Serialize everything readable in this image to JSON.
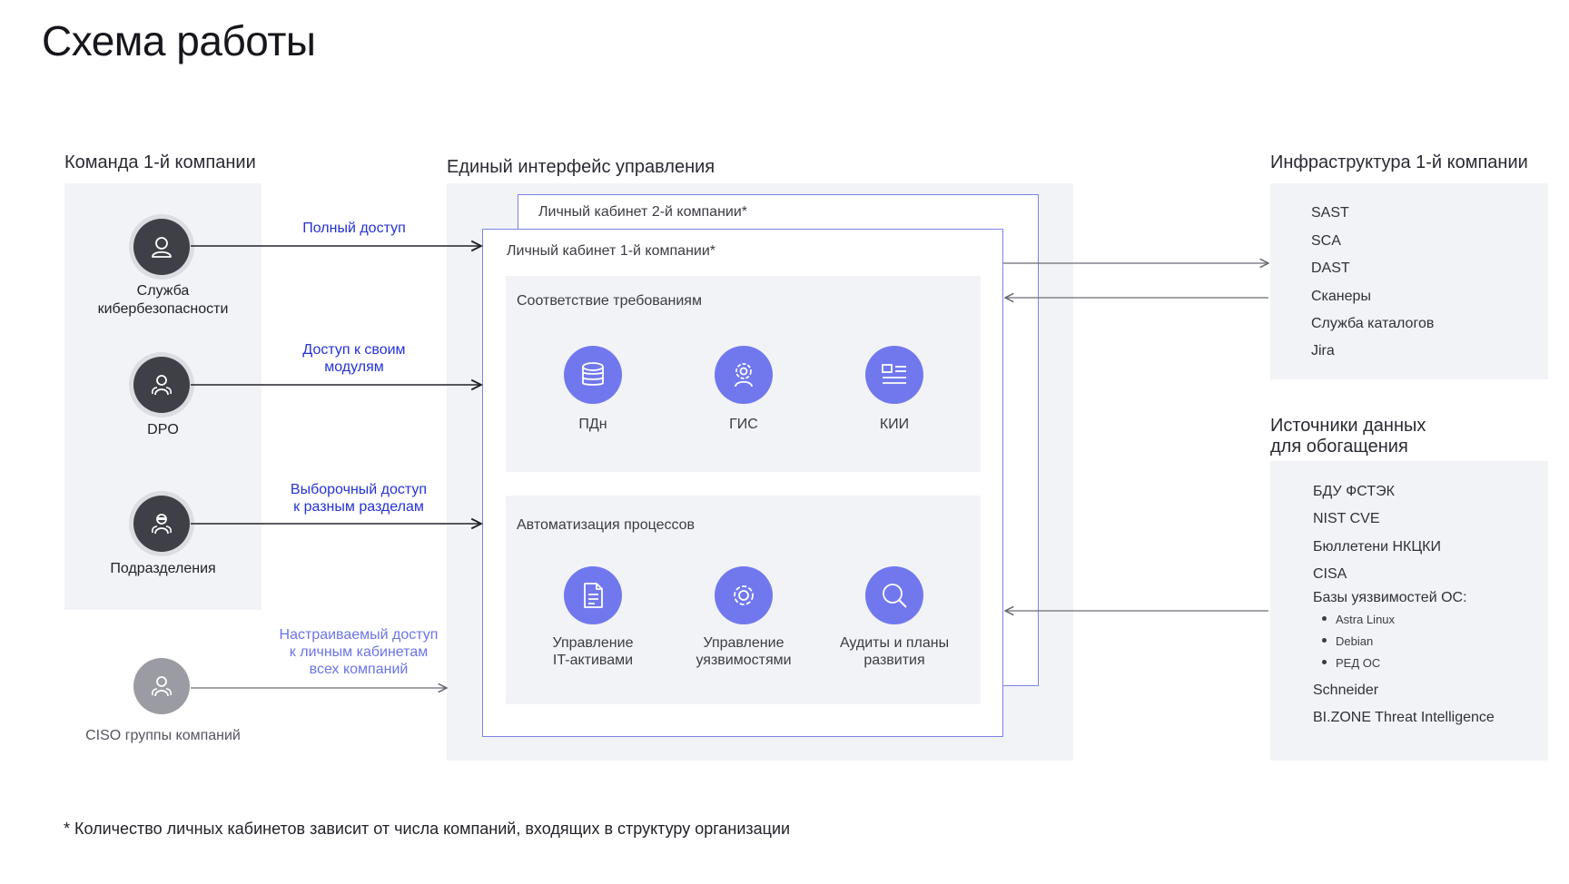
{
  "page": {
    "title": "Схема работы"
  },
  "team": {
    "title": "Команда 1-й компании",
    "roles": [
      {
        "label": "Служба\nкибербезопасности",
        "icon": "user-icon"
      },
      {
        "label": "DPO",
        "icon": "users-icon"
      },
      {
        "label": "Подразделения",
        "icon": "users-masked-icon"
      }
    ],
    "ciso": {
      "label": "CISO группы компаний",
      "icon": "users-icon"
    }
  },
  "access": {
    "full": "Полный доступ",
    "own": "Доступ к своим\nмодулям",
    "selective": "Выборочный доступ\nк разным разделам",
    "custom": "Настраиваемый доступ\nк личным кабинетам\nвсех компаний"
  },
  "interface": {
    "title": "Единый интерфейс управления",
    "cabinet2": "Личный кабинет 2-й компании*",
    "cabinet1": "Личный кабинет 1-й компании*",
    "compliance": {
      "title": "Соответствие требованиям",
      "modules": [
        {
          "label": "ПДн",
          "icon": "database-icon"
        },
        {
          "label": "ГИС",
          "icon": "gear-user-icon"
        },
        {
          "label": "КИИ",
          "icon": "document-list-icon"
        }
      ]
    },
    "automation": {
      "title": "Автоматизация процессов",
      "modules": [
        {
          "label": "Управление\nIT-активами",
          "icon": "file-icon"
        },
        {
          "label": "Управление\nуязвимостями",
          "icon": "gear-icon"
        },
        {
          "label": "Аудиты и планы\nразвития",
          "icon": "search-icon"
        }
      ]
    }
  },
  "infrastructure": {
    "title": "Инфраструктура 1-й компании",
    "items": [
      "SAST",
      "SCA",
      "DAST",
      "Сканеры",
      "Служба каталогов",
      "Jira"
    ]
  },
  "sources": {
    "title": "Источники данных\nдля обогащения",
    "items": [
      "БДУ ФСТЭК",
      "NIST CVE",
      "Бюллетени НКЦКИ",
      "CISA",
      "Базы уязвимостей ОС:"
    ],
    "os": [
      "Astra Linux",
      "Debian",
      "РЕД ОС"
    ],
    "more": [
      "Schneider",
      "BI.ZONE Threat Intelligence"
    ]
  },
  "footnote": "* Количество личных кабинетов зависит от числа компаний, входящих в структуру организации",
  "colors": {
    "accent": "#2532d6",
    "module": "#7178ee",
    "panel": "#f2f3f6",
    "border": "#7d83e6"
  }
}
